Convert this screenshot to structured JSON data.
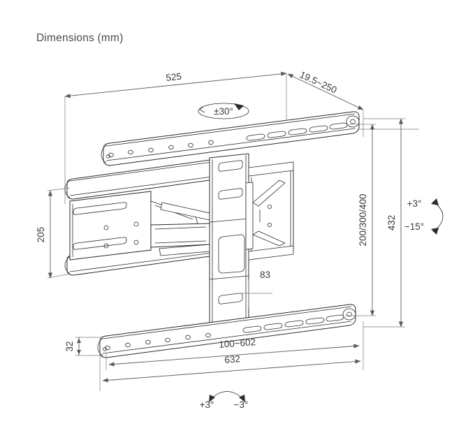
{
  "header": {
    "title": "Dimensions (mm)"
  },
  "drawing": {
    "type": "technical-line-drawing",
    "subject": "full-motion tv wall mount bracket",
    "view": "perspective / isometric",
    "line_color": "#2b2b2b",
    "dimension_color": "#5a5a5a",
    "background": "#ffffff"
  },
  "dimensions": {
    "top_width": "525",
    "depth_range": "19.5~250",
    "left_height": "205",
    "inner_height": "200/300/400",
    "outer_height": "432",
    "center_offset": "83",
    "rail_thickness": "32",
    "bottom_range": "100~602",
    "bottom_width": "632"
  },
  "angles": {
    "swivel": "±30°",
    "tilt_up": "+3°",
    "tilt_down": "−15°",
    "level_left": "+3°",
    "level_right": "−3°"
  },
  "units": "mm"
}
